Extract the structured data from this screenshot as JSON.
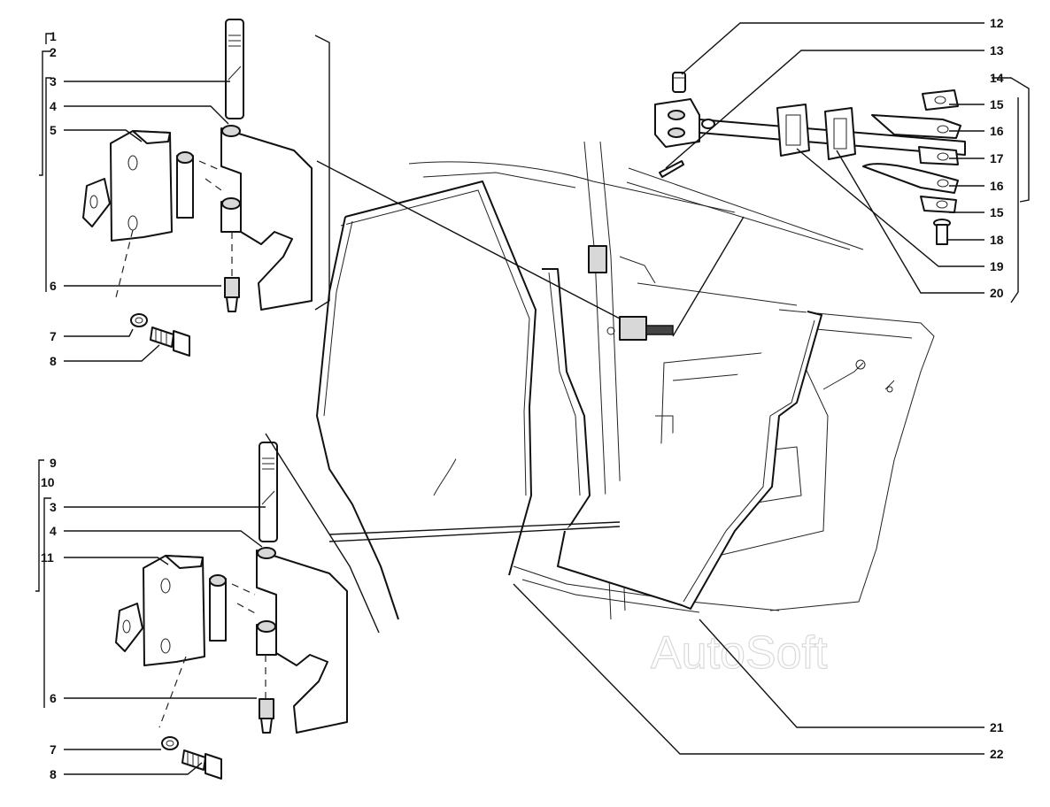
{
  "watermark": "AutoSoft",
  "callouts": {
    "c1": "1",
    "c2": "2",
    "c3a": "3",
    "c4a": "4",
    "c5": "5",
    "c6a": "6",
    "c7a": "7",
    "c8a": "8",
    "c9": "9",
    "c10": "10",
    "c3b": "3",
    "c4b": "4",
    "c11": "11",
    "c6b": "6",
    "c7b": "7",
    "c8b": "8",
    "c12": "12",
    "c13": "13",
    "c14": "14",
    "c15a": "15",
    "c16a": "16",
    "c17": "17",
    "c16b": "16",
    "c15b": "15",
    "c18": "18",
    "c19": "19",
    "c20": "20",
    "c21": "21",
    "c22": "22"
  }
}
